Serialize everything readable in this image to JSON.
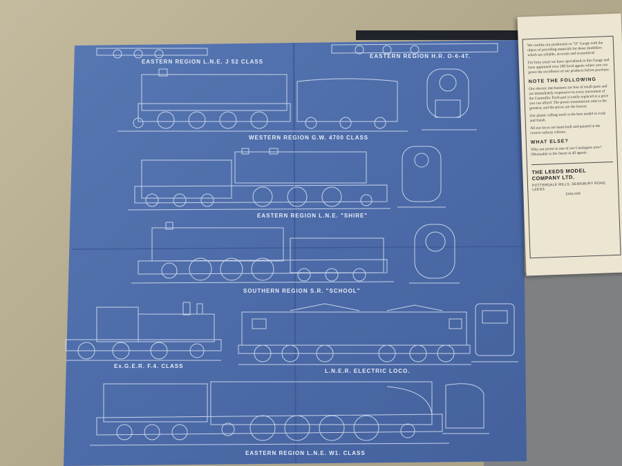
{
  "blueprint": {
    "labels": {
      "j52": "EASTERN REGION L.N.E. J 52 CLASS",
      "hr": "EASTERN REGION H.R. O-6-4T.",
      "gw4700": "WESTERN REGION G.W. 4700 CLASS",
      "shire": "EASTERN REGION L.N.E. \"SHIRE\"",
      "school": "SOUTHERN REGION S.R. \"SCHOOL\"",
      "f4": "Ex.G.E.R. F.4. CLASS",
      "electric": "L.N.E.R. ELECTRIC LOCO.",
      "w1": "EASTERN REGION L.N.E. W1. CLASS"
    }
  },
  "booklet": {
    "intro": "We confine our production to \"O\" Gauge with the object of providing materials for those modellers which are reliable, accurate and economical.",
    "para2": "For forty years we have specialised in this Gauge and have appointed over 200 local agents where you can prove the excellence of our products before purchase.",
    "heading_note": "NOTE THE FOLLOWING",
    "note1": "Our electric mechanisms are free of small parts and are immediately responsive to every movement of the Controller. Each part is easily replaced at a price you can afford. The power transmission ratio is the greatest, and the prices are the lowest.",
    "note2": "Our plastic rolling stock is the best model in scale and finish.",
    "note3": "All our locos are hand-built and painted in the correct railway colours.",
    "heading_what": "WHAT ELSE?",
    "what_text": "Why not invest in one of our Catalogues now? Obtainable in the future at all agents.",
    "company_name": "THE LEEDS MODEL COMPANY LTD.",
    "company_address": "POTTERDALE MILLS, DEWSBURY ROAD, LEEDS",
    "company_country": "ENGLAND"
  }
}
